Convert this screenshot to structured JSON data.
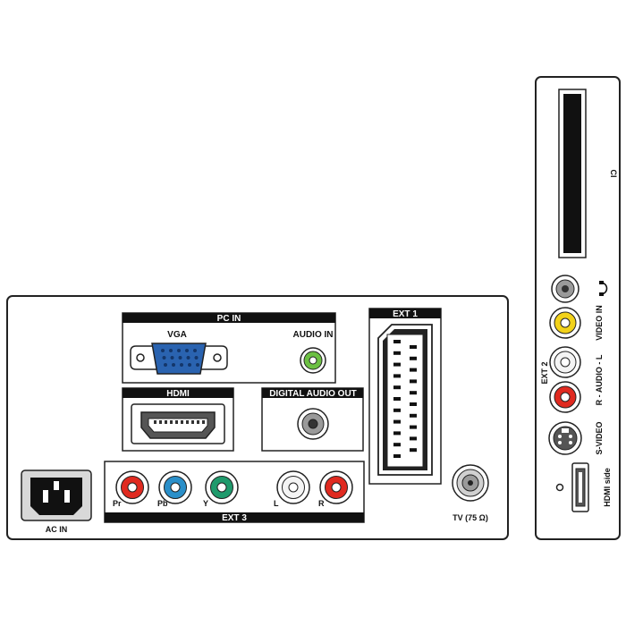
{
  "main_panel": {
    "pc_in": {
      "header": "PC IN",
      "vga_label": "VGA",
      "audio_label": "AUDIO IN"
    },
    "hdmi": {
      "header": "HDMI"
    },
    "digital_audio": {
      "header": "DIGITAL AUDIO OUT"
    },
    "ext1": {
      "header": "EXT 1"
    },
    "ext3": {
      "header": "EXT 3",
      "labels": [
        "Pr",
        "Pb",
        "Y",
        "L",
        "R"
      ]
    },
    "ac_in": {
      "label": "AC IN"
    },
    "tv": {
      "label": "TV (75 Ω)"
    }
  },
  "side_panel": {
    "ci_label": "CI",
    "ext2_label": "EXT 2",
    "video_in_label": "VIDEO IN",
    "audio_label": "R - AUDIO - L",
    "svideo_label": "S-VIDEO",
    "hdmi_side_label": "HDMI side"
  },
  "colors": {
    "vga": "#2a63b0",
    "audio_green": "#6cc043",
    "red": "#e02a20",
    "blue": "#2a8fc9",
    "green": "#1f9a6c",
    "yellow": "#f2d21a",
    "white": "#f4f4f4",
    "gray": "#9a9a9a"
  }
}
